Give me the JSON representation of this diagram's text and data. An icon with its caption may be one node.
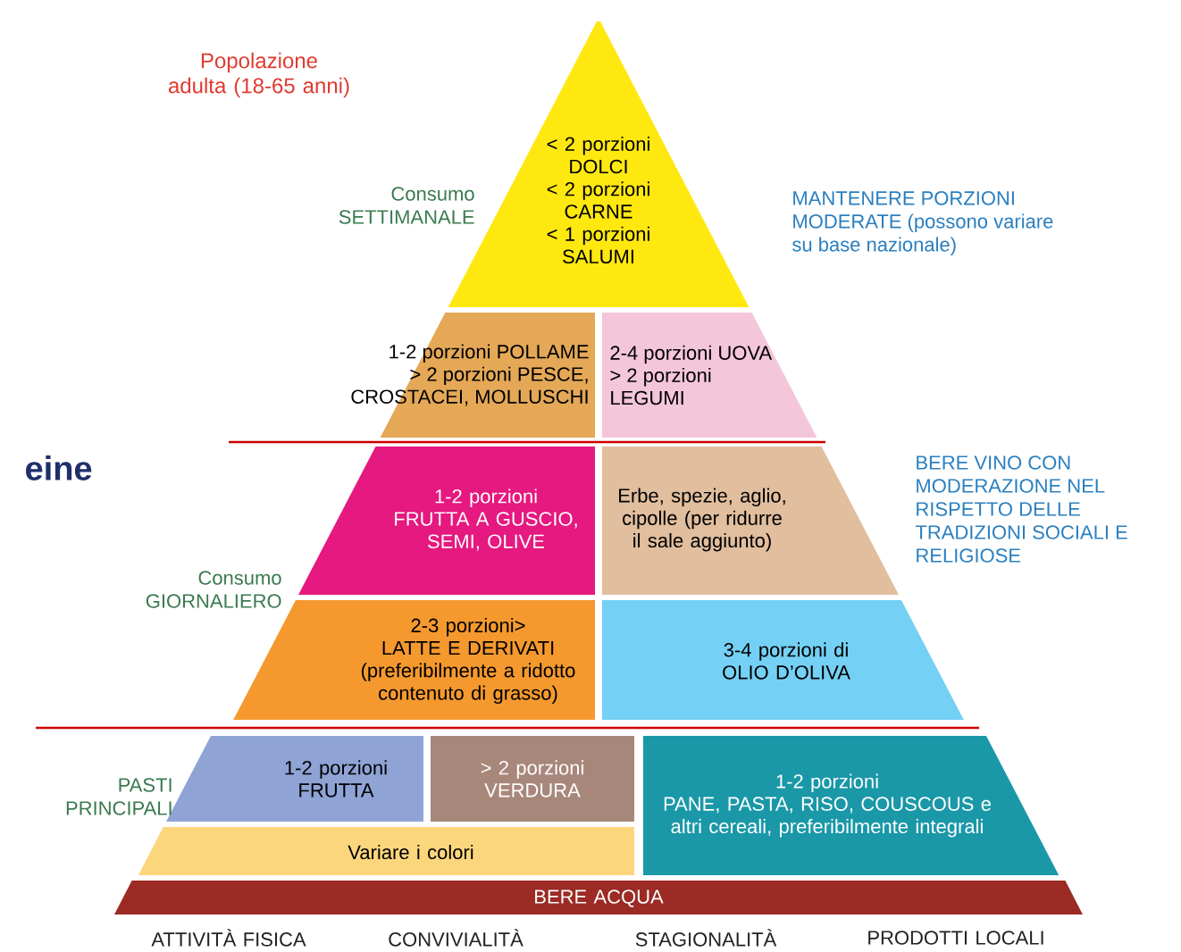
{
  "diagram": {
    "nodes": [
      {
        "text": [
          "< 2 porzioni DOLCI",
          "< 2 porzioni CARNE",
          "< 1 porzioni SALUMI"
        ]
      },
      {
        "text": [
          "1-2 porzioni POLLAME",
          "> 2 porzioni PESCE, CROSTACEI, MOLLUSCHI"
        ]
      },
      {
        "text": [
          "2-4 porzioni UOVA",
          "> 2 porzioni LEGUMI"
        ]
      },
      {
        "text": [
          "1-2 porzioni",
          "FRUTTA A GUSCIO, SEMI, OLIVE"
        ]
      },
      {
        "text": [
          "Erbe, spezie, aglio, cipolle (per ridurre il sale aggiunto)"
        ]
      },
      {
        "text": [
          "2-3 porzioni>",
          "LATTE E DERIVATI",
          "(preferibilmente a ridotto contenuto di grasso)"
        ]
      },
      {
        "text": [
          "3-4 porzioni di OLIO D’OLIVA"
        ]
      },
      {
        "text": [
          "1-2 porzioni FRUTTA"
        ]
      },
      {
        "text": [
          "> 2 porzioni VERDURA"
        ]
      },
      {
        "text": [
          "1-2 porzioni",
          "PANE, PASTA, RISO, COUSCOUS e altri cereali, preferibilmente integrali"
        ]
      },
      {
        "text": [
          "Variare i colori"
        ]
      },
      {
        "text": [
          "BERE ACQUA"
        ]
      }
    ],
    "labels": [
      "Popolazione adulta (18-65 anni)",
      "Consumo SETTIMANALE",
      "MANTENERE PORZIONI MODERATE (possono variare su base nazionale)",
      "eine",
      "BERE VINO CON MODERAZIONE NEL RISPETTO DELLE TRADIZIONI SOCIALI E RELIGIOSE",
      "Consumo GIORNALIERO",
      "PASTI PRINCIPALI",
      "ATTIVITÀ FISICA",
      "CONVIVIALITÀ",
      "STAGIONALITÀ",
      "PRODOTTI LOCALI"
    ]
  }
}
